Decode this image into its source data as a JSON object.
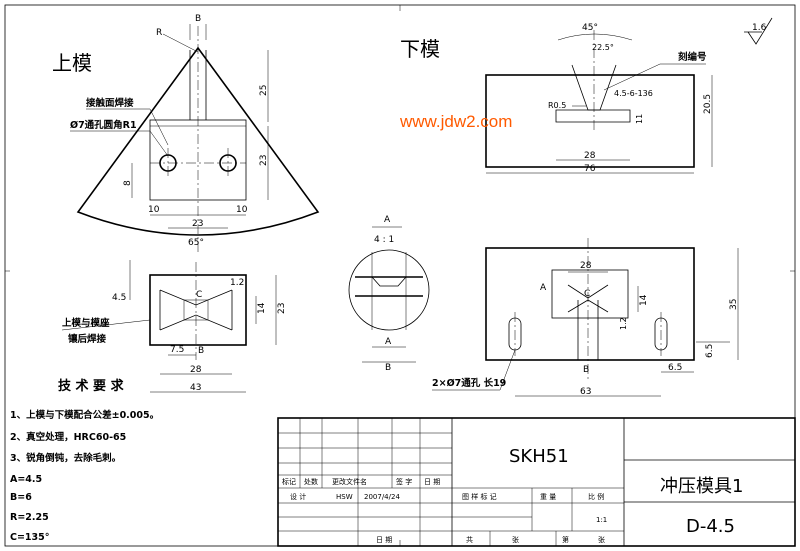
{
  "views": {
    "upper_die": {
      "title": "上模",
      "labels": [
        "接触面焊接",
        "Ø7通孔圆角R1"
      ],
      "dims": [
        "B",
        "R",
        "25",
        "23",
        "8",
        "10",
        "23",
        "10",
        "65°"
      ]
    },
    "lower_die": {
      "title": "下模",
      "labels": [
        "刻编号",
        "4.5-6-136"
      ],
      "dims": [
        "45°",
        "22.5°",
        "R0.5",
        "11",
        "20.5",
        "28",
        "76"
      ]
    },
    "section_detail": {
      "labels": [
        "A",
        "4 : 1",
        "A",
        "B"
      ]
    },
    "upper_front": {
      "labels": [
        "上模与模座",
        "镶后焊接"
      ],
      "dims": [
        "1.2",
        "C",
        "4.5",
        "14",
        "23",
        "7.5",
        "B",
        "28",
        "43"
      ]
    },
    "lower_front": {
      "labels": [
        "2×Ø7通孔 长19"
      ],
      "dims": [
        "28",
        "A",
        "C",
        "14",
        "1.2",
        "35",
        "B",
        "6.5",
        "6.5",
        "63"
      ]
    }
  },
  "tech_requirements": {
    "title": "技 术 要 求",
    "items": [
      "1、上模与下模配合公差±0.005。",
      "2、真空处理，HRC60-65",
      "3、锐角倒钝，去除毛刺。"
    ],
    "params": [
      "A=4.5",
      "B=6",
      "R=2.25",
      "C=135°"
    ]
  },
  "roughness": "1.6",
  "watermark": "www.jdw2.com",
  "title_block": {
    "material": "SKH51",
    "part_name": "冲压模具1",
    "drawing_no": "D-4.5",
    "scale": "1:1",
    "header_labels": [
      "标记",
      "处数",
      "更改文件名",
      "签 字",
      "日 期"
    ],
    "design_row": [
      "设 计",
      "HSW",
      "2007/4/24"
    ],
    "stage_labels": [
      "图 样 标 记",
      "重 量",
      "比 例"
    ],
    "bottom_labels": [
      "日 期",
      "共",
      "张",
      "第",
      "张"
    ]
  }
}
